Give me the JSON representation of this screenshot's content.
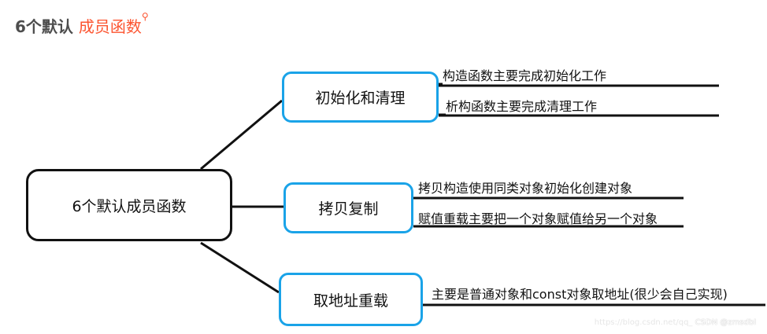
{
  "heading": {
    "number_text": "6个默认",
    "accent_text": "成员函数",
    "search_mark": "⚲"
  },
  "root": {
    "label": "6个默认成员函数"
  },
  "branches": [
    {
      "label": "初始化和清理",
      "leaves": [
        "构造函数主要完成初始化工作",
        "析构函数主要完成清理工作"
      ]
    },
    {
      "label": "拷贝复制",
      "leaves": [
        "拷贝构造使用同类对象初始化创建对象",
        "赋值重载主要把一个对象赋值给另一个对象"
      ]
    },
    {
      "label": "取地址重载",
      "leaves": [
        "主要是普通对象和const对象取地址(很少会自己实现)"
      ]
    }
  ],
  "watermark": {
    "csdn_text": "CSDN @zmsdbl",
    "ghost_text": "https://blog.csdn.net/qq_"
  },
  "colors": {
    "branch_border": "#1aa3e8",
    "root_border": "#111111",
    "accent": "#fc5531",
    "heading_text": "#4d4d4d"
  }
}
